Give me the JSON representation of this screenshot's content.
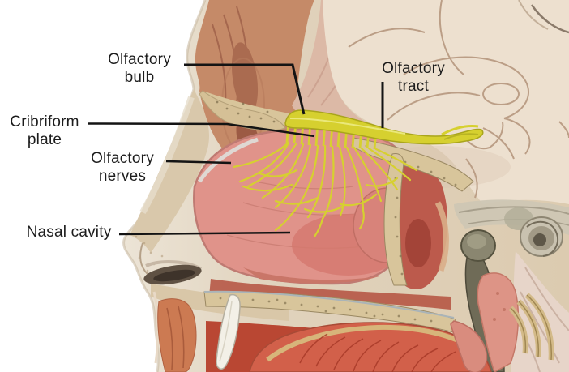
{
  "labels": {
    "olfactory_bulb": {
      "text": "Olfactory\nbulb"
    },
    "olfactory_tract": {
      "text": "Olfactory\ntract"
    },
    "cribriform_plate": {
      "text": "Cribriform\nplate"
    },
    "olfactory_nerves": {
      "text": "Olfactory\nnerves"
    },
    "nasal_cavity": {
      "text": "Nasal cavity"
    }
  },
  "colors": {
    "background": "#ffffff",
    "label_text": "#1c1c1c",
    "leader_line": "#141414",
    "olfactory_yellow": "#d6d02f",
    "olfactory_yellow_dark": "#a9a51c",
    "nasal_cavity_pink": "#e0938a",
    "nasal_cavity_border": "#bf7a72",
    "brain_cream": "#ede0cf",
    "brain_outline": "#bb9e86",
    "bone_tan": "#d8c59b",
    "bone_speckle": "#8f7c50",
    "skin_tan": "#e0d2bc",
    "muscle_brown": "#c58a68",
    "tongue_red": "#d2604a",
    "oral_red": "#b94733",
    "dark_bone_gray": "#6f6b57"
  }
}
